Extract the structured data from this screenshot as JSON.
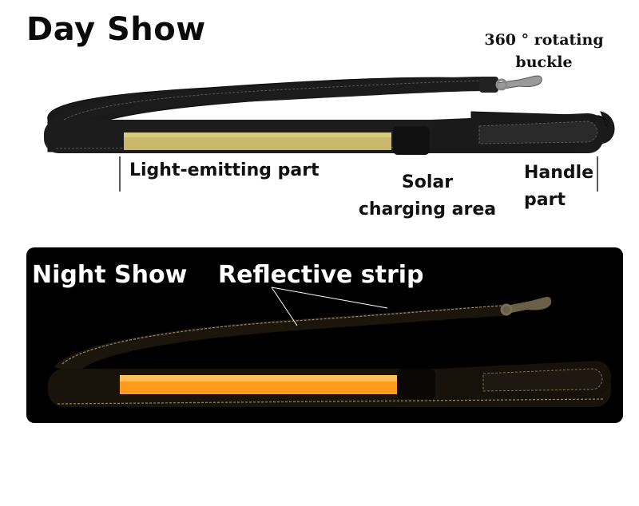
{
  "day": {
    "title": "Day Show",
    "labels": {
      "buckle_line1": "360 ° rotating",
      "buckle_line2": "buckle",
      "light": "Light-emitting part",
      "solar_line1": "Solar",
      "solar_line2": "charging area",
      "handle_line1": "Handle",
      "handle_line2": "part"
    }
  },
  "night": {
    "title": "Night Show",
    "reflective": "Reflective strip"
  },
  "colors": {
    "strap": "#1a1a1a",
    "light_day": "#c9b86a",
    "light_night": "#ff9a1f",
    "night_bg": "#000000"
  }
}
